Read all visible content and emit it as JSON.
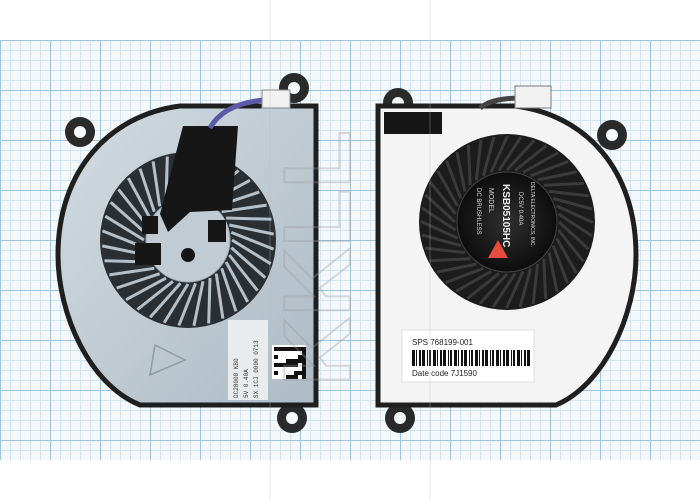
{
  "photo": {
    "watermark": "KKLL",
    "colors": {
      "grid_major": "#9fc4e0",
      "grid_minor": "#d3e5f2",
      "left_housing": "#c3ced6",
      "right_housing": "#f2f2f2",
      "rotor": "#1c1c1c",
      "tape": "#1a1a1a"
    }
  },
  "right_fan": {
    "sps_label": "SPS 768199-001",
    "date_label": "Date code 7J1590",
    "hub_model": "KSB05105HC",
    "hub_model_prefix": "DC BRUSHLESS",
    "hub_model_line": "MODEL",
    "hub_rating": "DC5V 0.40A",
    "hub_maker": "DELTA ELECTRONICS, INC."
  },
  "left_fan": {
    "label_line1": "DC28000 KB0",
    "label_line2": "5V 0.40A",
    "label_line3": "SX 1CJ 0000 0713"
  }
}
